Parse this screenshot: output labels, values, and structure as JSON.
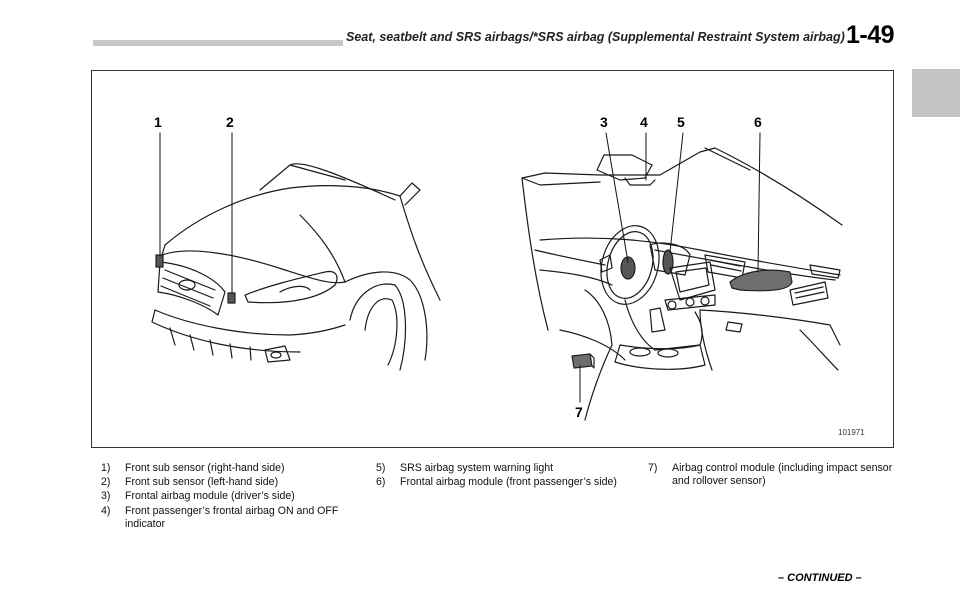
{
  "header": {
    "title": "Seat, seatbelt and SRS airbags/*SRS airbag (Supplemental Restraint System airbag)",
    "page_number": "1-49"
  },
  "figure": {
    "id": "101971",
    "callouts": [
      "1",
      "2",
      "3",
      "4",
      "5",
      "6",
      "7"
    ]
  },
  "legend": [
    {
      "num": "1)",
      "text": "Front sub sensor (right-hand side)"
    },
    {
      "num": "2)",
      "text": "Front sub sensor (left-hand side)"
    },
    {
      "num": "3)",
      "text": "Frontal airbag module (driver’s side)"
    },
    {
      "num": "4)",
      "text": "Front passenger’s frontal airbag ON and OFF indicator"
    },
    {
      "num": "5)",
      "text": "SRS airbag system warning light"
    },
    {
      "num": "6)",
      "text": "Frontal airbag module (front passenger’s side)"
    },
    {
      "num": "7)",
      "text": "Airbag control module (including impact sensor and rollover sensor)"
    }
  ],
  "footer": {
    "continued": "– CONTINUED –"
  }
}
